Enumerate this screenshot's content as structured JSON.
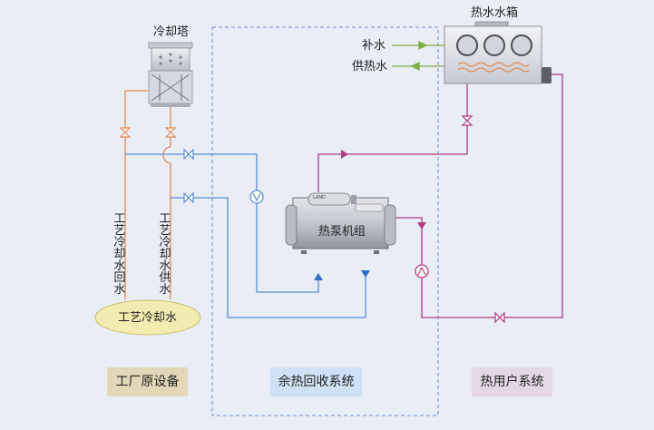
{
  "cooling_tower": {
    "label": "冷却塔"
  },
  "hot_water_tank": {
    "label": "热水水箱"
  },
  "makeup_water": {
    "label": "补水"
  },
  "supply_hot_water": {
    "label": "供热水"
  },
  "return_line": {
    "label": "工艺冷却水回水"
  },
  "supply_line": {
    "label": "工艺冷却水供水"
  },
  "process_pool": {
    "label": "工艺冷却水"
  },
  "heat_pump": {
    "label": "热泵机组",
    "nameplate": "LAND"
  },
  "systems": [
    {
      "label": "工厂原设备",
      "color": "#e2d8b8"
    },
    {
      "label": "余热回收系统",
      "color": "#cfe2f3"
    },
    {
      "label": "热用户系统",
      "color": "#e4d6e6"
    }
  ],
  "colors": {
    "cooling_pipe": "#e58a52",
    "recovery_pipe": "#5b8fd3",
    "user_pipe": "#b43b84",
    "water_in": "#7fb045",
    "pool_fill": "#f3ecb0"
  }
}
